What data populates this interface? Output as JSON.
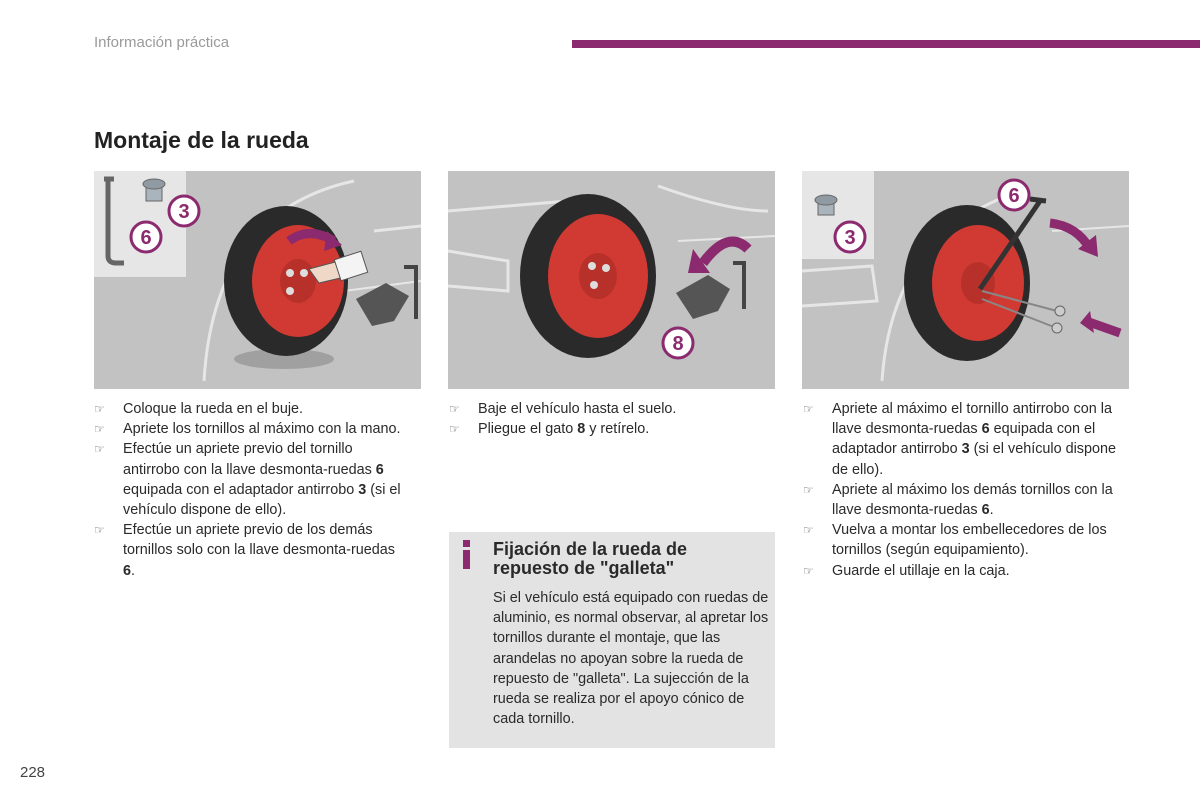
{
  "header": {
    "section": "Información práctica",
    "accent_color": "#8b2a6e"
  },
  "page": {
    "title": "Montaje de la rueda",
    "number": "228"
  },
  "illustrations": {
    "one": {
      "labels": [
        "3",
        "6"
      ]
    },
    "two": {
      "labels": [
        "8"
      ]
    },
    "three": {
      "labels": [
        "6",
        "3"
      ]
    }
  },
  "columns": {
    "left": {
      "steps": [
        {
          "segments": [
            {
              "t": "Coloque la rueda en el buje."
            }
          ]
        },
        {
          "segments": [
            {
              "t": "Apriete los tornillos al máximo con la mano."
            }
          ]
        },
        {
          "segments": [
            {
              "t": "Efectúe un apriete previo del tornillo antirrobo con la llave desmonta-ruedas "
            },
            {
              "t": "6",
              "b": true
            },
            {
              "t": " equipada con el adaptador antirrobo "
            },
            {
              "t": "3",
              "b": true
            },
            {
              "t": " (si el vehículo dispone de ello)."
            }
          ]
        },
        {
          "segments": [
            {
              "t": "Efectúe un apriete previo de los demás tornillos solo con la llave desmonta-ruedas "
            },
            {
              "t": "6",
              "b": true
            },
            {
              "t": "."
            }
          ]
        }
      ]
    },
    "middle": {
      "steps": [
        {
          "segments": [
            {
              "t": "Baje el vehículo hasta el suelo."
            }
          ]
        },
        {
          "segments": [
            {
              "t": "Pliegue el gato "
            },
            {
              "t": "8",
              "b": true
            },
            {
              "t": " y retírelo."
            }
          ]
        }
      ]
    },
    "right": {
      "steps": [
        {
          "segments": [
            {
              "t": "Apriete al máximo el tornillo antirrobo con la llave desmonta-ruedas "
            },
            {
              "t": "6",
              "b": true
            },
            {
              "t": " equipada con el adaptador antirrobo "
            },
            {
              "t": "3",
              "b": true
            },
            {
              "t": " (si el vehículo dispone de ello)."
            }
          ]
        },
        {
          "segments": [
            {
              "t": "Apriete al máximo los demás tornillos con la llave desmonta-ruedas "
            },
            {
              "t": "6",
              "b": true
            },
            {
              "t": "."
            }
          ]
        },
        {
          "segments": [
            {
              "t": "Vuelva a montar los embellecedores de los tornillos (según equipamiento)."
            }
          ]
        },
        {
          "segments": [
            {
              "t": "Guarde el utillaje en la caja."
            }
          ]
        }
      ]
    }
  },
  "info_box": {
    "title": "Fijación de la rueda de repuesto de \"galleta\"",
    "text": "Si el vehículo está equipado con ruedas de aluminio, es normal observar, al apretar los tornillos durante el montaje, que las arandelas no apoyan sobre la rueda de repuesto de \"galleta\". La sujección de la rueda se realiza por el apoyo cónico de cada tornillo."
  }
}
